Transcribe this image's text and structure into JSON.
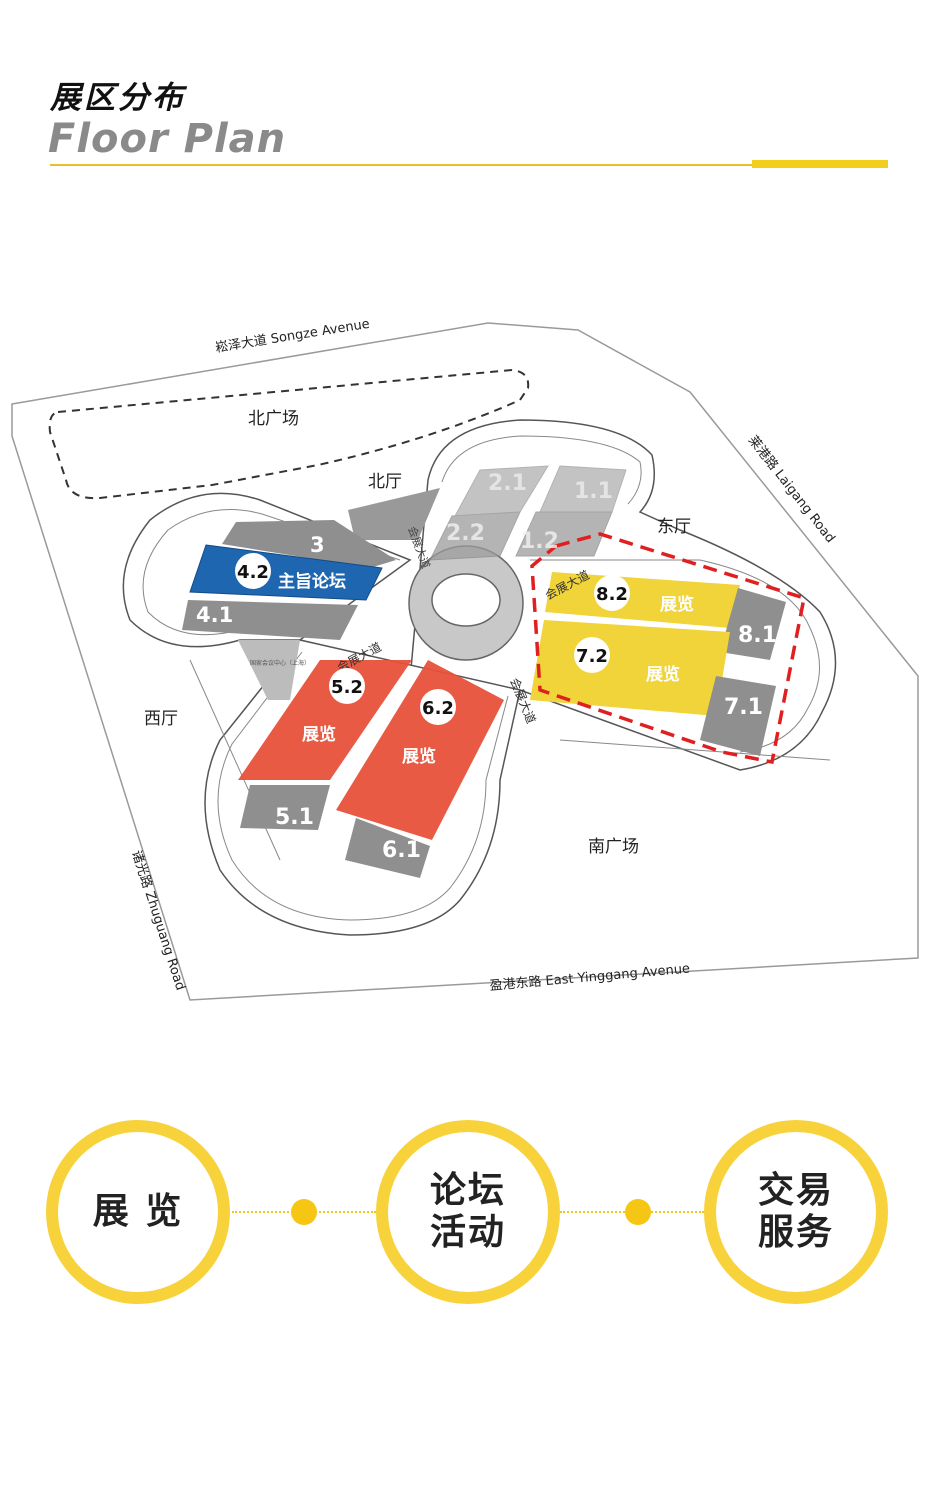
{
  "header": {
    "title_cn": "展区分布",
    "title_en": "Floor Plan",
    "accent_color": "#f2cf1f"
  },
  "map": {
    "roads": {
      "north": "崧泽大道 Songze Avenue",
      "east": "莱港路 Laigang Road",
      "south": "盈港东路 East Yinggang Avenue",
      "west": "诸光路 Zhuguang Road"
    },
    "areas": {
      "north_plaza": "北广场",
      "south_plaza": "南广场",
      "north_hall": "北厅",
      "east_hall": "东厅",
      "west_hall": "西厅"
    },
    "avenue_label": "会展大道",
    "center_label": "国家会议中心（上海）",
    "halls": {
      "h21": "2.1",
      "h11": "1.1",
      "h22": "2.2",
      "h12": "1.2",
      "h3": "3",
      "h42": "4.2",
      "h41": "4.1",
      "h52": "5.2",
      "h62": "6.2",
      "h51": "5.1",
      "h61": "6.1",
      "h82": "8.2",
      "h81": "8.1",
      "h72": "7.2",
      "h71": "7.1"
    },
    "zones": {
      "keynote": "主旨论坛",
      "exhibit": "展览"
    },
    "colors": {
      "keynote": "#1f66b0",
      "exhibit_red": "#e8513a",
      "exhibit_yellow": "#f0d43a",
      "hall_gray": "#8c8c8c",
      "highlight_border": "#e02020"
    }
  },
  "services": {
    "exhibition": "展 览",
    "forum": "论坛\n活动",
    "trade": "交易\n服务",
    "color": "#f7d23a"
  }
}
